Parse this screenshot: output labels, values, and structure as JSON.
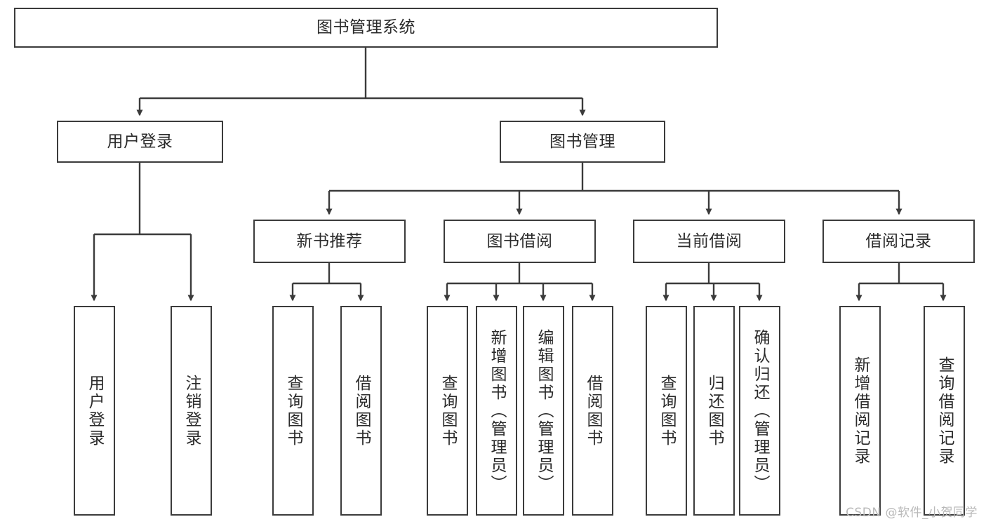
{
  "diagram": {
    "title": "图书管理系统",
    "type": "tree-hierarchy-diagram",
    "watermark": "CSDN @软件_小贺同学",
    "colors": {
      "stroke": "#3b3b3b",
      "box_fill": "#ffffff",
      "text": "#2b2b2b",
      "background": "#ffffff",
      "watermark": "#b9b9b9"
    },
    "root": {
      "label": "图书管理系统"
    },
    "level2": [
      {
        "label": "用户登录"
      },
      {
        "label": "图书管理"
      }
    ],
    "level3": [
      {
        "label": "新书推荐"
      },
      {
        "label": "图书借阅"
      },
      {
        "label": "当前借阅"
      },
      {
        "label": "借阅记录"
      }
    ],
    "leaves": {
      "user_login": [
        {
          "label": "用户登录"
        },
        {
          "label": "注销登录"
        }
      ],
      "new_book_recommend": [
        {
          "label": "查询图书"
        },
        {
          "label": "借阅图书"
        }
      ],
      "book_borrow": [
        {
          "label": "查询图书"
        },
        {
          "label": "新增图书（管理员）"
        },
        {
          "label": "编辑图书（管理员）"
        },
        {
          "label": "借阅图书"
        }
      ],
      "current_borrow": [
        {
          "label": "查询图书"
        },
        {
          "label": "归还图书"
        },
        {
          "label": "确认归还（管理员）"
        }
      ],
      "borrow_record": [
        {
          "label": "新增借阅记录"
        },
        {
          "label": "查询借阅记录"
        }
      ]
    }
  }
}
